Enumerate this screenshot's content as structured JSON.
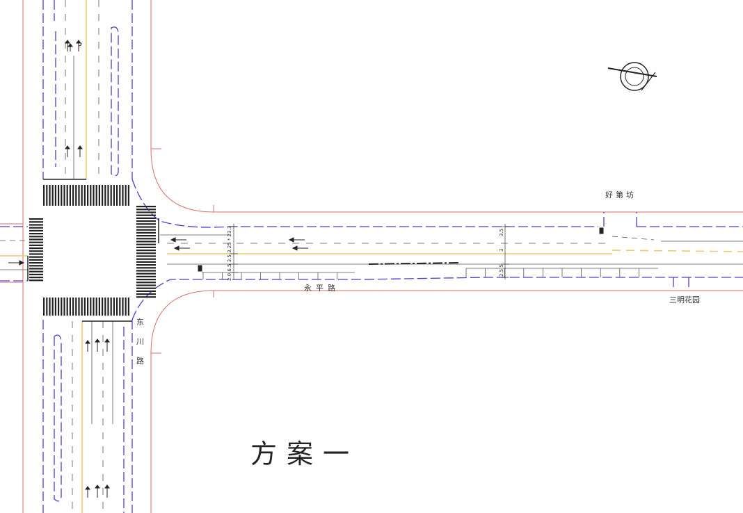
{
  "drawing": {
    "plan_title": "方案一",
    "streets": {
      "horizontal_road": "永平路",
      "vertical_road": "东川路",
      "entrance_north": "好第坊",
      "entrance_south": "三明花园"
    },
    "dimension_text": {
      "left_stack": "2.0 6.5 3.5 3.25 * 23.3",
      "right_top": "3.5",
      "right_mid": "3",
      "right_bottom": "2.5 5"
    },
    "colors": {
      "road_edge": "#e06a6a",
      "lane_boundary": "#4a3cd6",
      "center_line": "#f2c86a",
      "marking": "#222222"
    },
    "north_arrow": "north-arrow-icon"
  }
}
